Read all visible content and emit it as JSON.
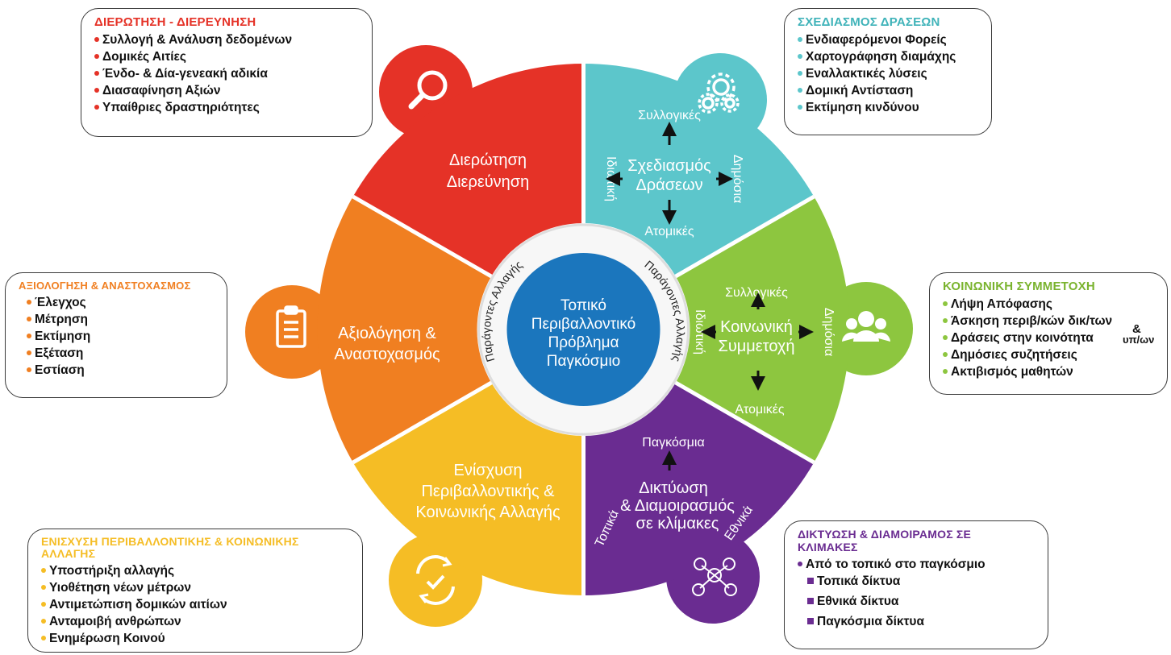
{
  "colors": {
    "red": "#e53227",
    "teal": "#5cc6cb",
    "green": "#8dc63f",
    "purple": "#6a2c91",
    "yellow": "#f5bd25",
    "orange": "#f07f21",
    "center": "#1b76bd"
  },
  "center": {
    "lines": [
      "Τοπικό",
      "Περιβαλλοντικό",
      "Πρόβλημα",
      "Παγκόσμιο"
    ],
    "ring_left": "Παράγοντες Αλλαγής",
    "ring_right": "Παράγοντες Αλλαγής"
  },
  "segments": {
    "red": {
      "lines": [
        "Διερώτηση",
        "Διερεύνηση"
      ],
      "icon": "magnifier-icon"
    },
    "teal": {
      "lines": [
        "Σχεδιασμός",
        "Δράσεων"
      ],
      "top": "Συλλογικές",
      "bottom": "Ατομικές",
      "left": "Ιδιωτική",
      "right": "Δημόσια",
      "icon": "gears-icon"
    },
    "green": {
      "lines": [
        "Κοινωνική",
        "Συμμετοχή"
      ],
      "top": "Συλλογικές",
      "bottom": "Ατομικές",
      "left": "Ιδιωτική",
      "right": "Δημόσια",
      "icon": "people-icon"
    },
    "purple": {
      "lines": [
        "Δικτύωση",
        "& Διαμοιρασμός",
        "σε κλίμακες"
      ],
      "top": "Παγκόσμια",
      "left": "Τοπικά",
      "right": "Εθνικά",
      "icon": "network-icon"
    },
    "yellow": {
      "lines": [
        "Ενίσχυση",
        "Περιβαλλοντικής &",
        "Κοινωνικής Αλλαγής"
      ],
      "icon": "refresh-check-icon"
    },
    "orange": {
      "lines": [
        "Αξιολόγηση &",
        "Αναστοχασμός"
      ],
      "icon": "clipboard-icon"
    }
  },
  "boxes": {
    "inquiry": {
      "title": "ΔΙΕΡΩΤΗΣΗ - ΔΙΕΡΕΥΝΗΣΗ",
      "items": [
        "Συλλογή & Ανάλυση δεδομένων",
        "Δομικές Αιτίες",
        "Ένδο- & Δία-γενεακή αδικία",
        "Διασαφίνηση Αξιών",
        "Υπαίθριες δραστηριότητες"
      ]
    },
    "planning": {
      "title": "ΣΧΕΔΙΑΣΜΟΣ ΔΡΑΣΕΩΝ",
      "items": [
        "Ενδιαφερόμενοι Φορείς",
        "Χαρτογράφηση διαμάχης",
        "Εναλλακτικές λύσεις",
        "Δομική Αντίσταση",
        "Εκτίμηση κινδύνου"
      ]
    },
    "evaluation": {
      "title": "ΑΞΙΟΛΟΓΗΣΗ & ΑΝΑΣΤΟΧΑΣΜΟΣ",
      "items": [
        "Έλεγχος",
        "Μέτρηση",
        "Εκτίμηση",
        "Εξέταση",
        "Εστίαση"
      ]
    },
    "participation": {
      "title": "ΚΟΙΝΩΝΙΚΗ ΣΥΜΜΕΤΟΧΗ",
      "items": [
        "Λήψη Απόφασης",
        "Άσκηση περιβ/κών δικ/των",
        "Δράσεις στην κοινότητα",
        "Δημόσιες συζητήσεις",
        "Ακτιβισμός μαθητών"
      ],
      "extra_amp": "&",
      "extra_text": "υπ/ων"
    },
    "reinforcement": {
      "title": "ΕΝΙΣΧΥΣΗ ΠΕΡΙΒΑΛΛΟΝΤΙΚΗΣ & ΚΟΙΝΩΝΙΚΗΣ ΑΛΛΑΓΗΣ",
      "items": [
        "Υποστήριξη αλλαγής",
        "Υιοθέτηση νέων μέτρων",
        "Αντιμετώπιση δομικών αιτίων",
        "Ανταμοιβή ανθρώπων",
        "Ενημέρωση Κοινού"
      ]
    },
    "networking": {
      "title": "ΔΙΚΤΥΩΣΗ & ΔΙΑΜΟΙΡΑΜΟΣ ΣΕ ΚΛΙΜΑΚΕΣ",
      "lead": "Από το τοπικό στο παγκόσμιο",
      "items": [
        "Τοπικά δίκτυα",
        "Εθνικά δίκτυα",
        "Παγκόσμια δίκτυα"
      ]
    }
  }
}
